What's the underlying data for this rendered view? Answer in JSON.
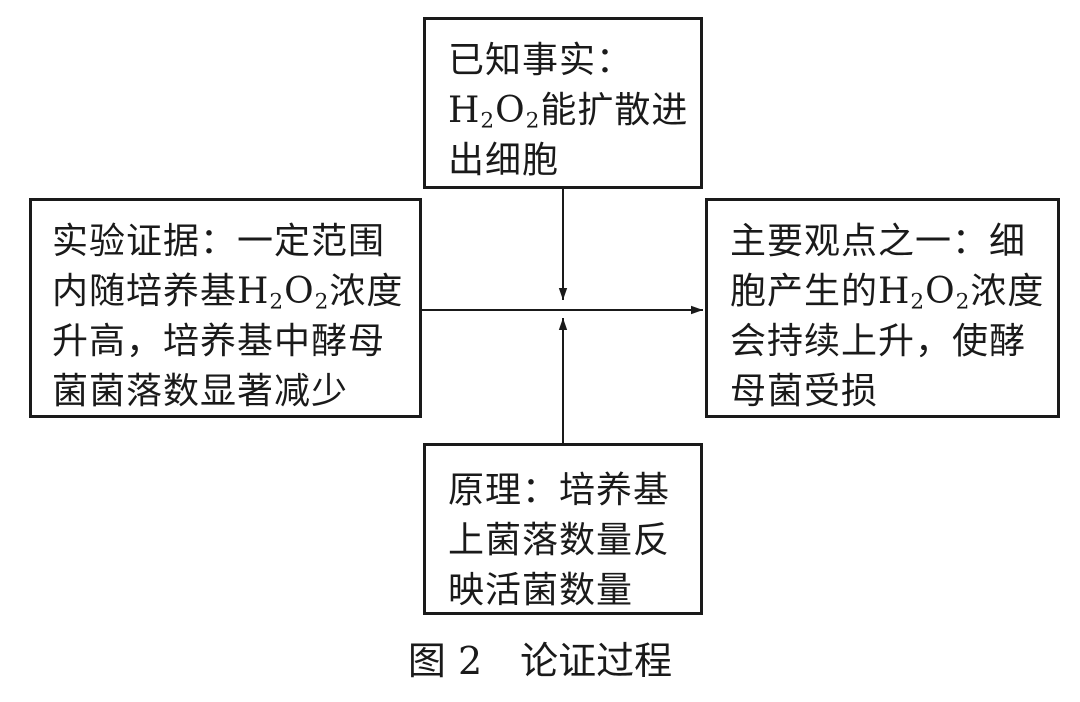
{
  "boxes": {
    "known_fact": {
      "line1": "已知事实：",
      "line2_pre": "H",
      "line2_sub1": "2",
      "line2_mid": "O",
      "line2_sub2": "2",
      "line2_post": "能扩散进",
      "line3": "出细胞"
    },
    "evidence": {
      "line1": "实验证据：一定范围",
      "line2_pre": "内随培养基H",
      "line2_sub1": "2",
      "line2_mid": "O",
      "line2_sub2": "2",
      "line2_post": "浓度",
      "line3": "升高，培养基中酵母",
      "line4": "菌菌落数显著减少"
    },
    "viewpoint": {
      "line1": "主要观点之一：细",
      "line2_pre": "胞产生的H",
      "line2_sub1": "2",
      "line2_mid": "O",
      "line2_sub2": "2",
      "line2_post": "浓度",
      "line3": "会持续上升，使酵",
      "line4": "母菌受损"
    },
    "principle": {
      "line1": "原理：培养基",
      "line2": "上菌落数量反",
      "line3": "映活菌数量"
    }
  },
  "caption": "图 2　论证过程",
  "colors": {
    "stroke": "#1a1a1a",
    "background": "#ffffff"
  }
}
